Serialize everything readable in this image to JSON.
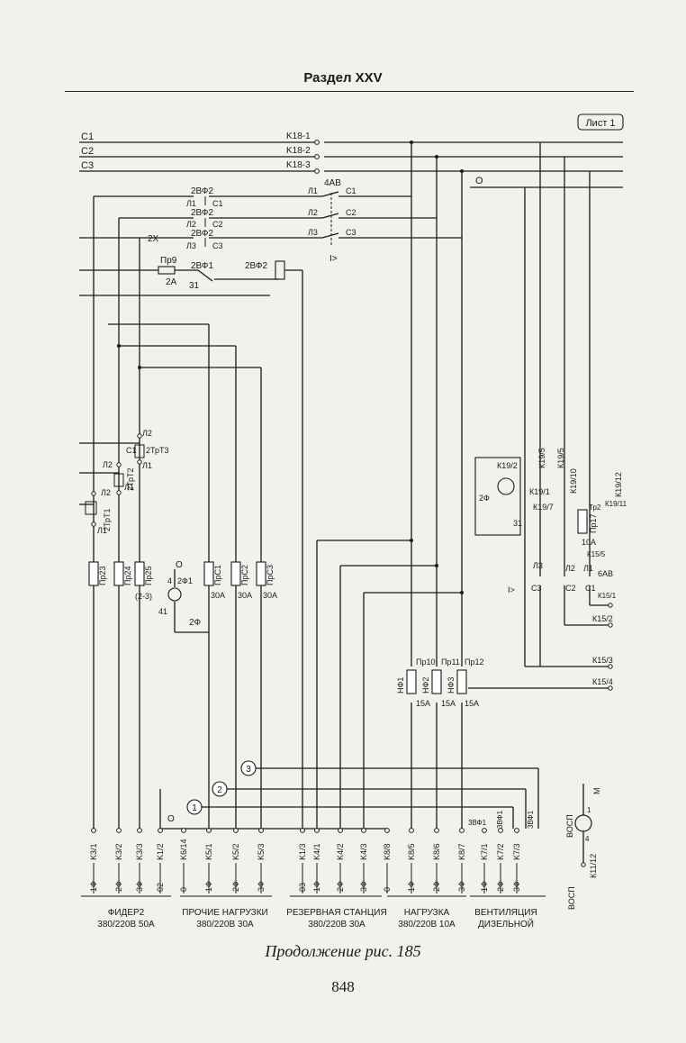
{
  "page": {
    "section_title": "Раздел XXV",
    "caption": "Продолжение рис. 185",
    "page_number": "848",
    "sheet_label": "Лист 1"
  },
  "buses": [
    {
      "name": "C1",
      "contact": "K18-1"
    },
    {
      "name": "C2",
      "contact": "K18-2"
    },
    {
      "name": "C3",
      "contact": "K18-3"
    }
  ],
  "labels": {
    "breaker_4ab": "4АВ",
    "l1": "Л1",
    "l2": "Л2",
    "l3": "Л3",
    "c1": "С1",
    "c2": "С2",
    "c3": "С3",
    "vf2": "2ВФ2",
    "x2": "2Х",
    "pr9": "Пр9",
    "a2": "2А",
    "vf1": "2ВФ1",
    "n31": "31",
    "n41": "41",
    "n4": "4",
    "overcurrent": "I>",
    "zero": "О",
    "trt1": "2ТрТ1",
    "trt2": "2ТрТ2",
    "trt3": "2ТрТ3",
    "f2phase": "2Ф1",
    "phase_lamp": "(2-3)",
    "f2": "2Ф",
    "pr23": "Пр23",
    "pr24": "Пр24",
    "pr25": "Пр25",
    "prs1": "ПрС1",
    "prs2": "ПрС2",
    "prs3": "ПрС3",
    "a30": "30А",
    "pr10": "Пр10",
    "pr11": "Пр11",
    "pr12": "Пр12",
    "nf1": "НФ1",
    "nf2": "НФ2",
    "nf3": "НФ3",
    "a15": "15А",
    "vf3_1": "3ВФ1",
    "k19_2": "К19/2",
    "k19_5": "К19/5",
    "k19_10": "К19/10",
    "k19_12": "К19/12",
    "k19_1": "К19/1",
    "k19_7": "К19/7",
    "k19_11": "К19/11",
    "tr2": "Тр2",
    "pr17": "Пр17",
    "a10": "10А",
    "k15_5": "К15/5",
    "k15_1": "К15/1",
    "k15_2": "К15/2",
    "k15_3": "К15/3",
    "k15_4": "К15/4",
    "ab6": "6АВ",
    "vosp": "ВОСП",
    "m": "М",
    "one": "1",
    "k11_12": "К11/12",
    "circle1": "1",
    "circle2": "2",
    "circle3": "3",
    "f2_lamp": "2Ф"
  },
  "terminals": [
    {
      "id": "K3/1",
      "phase": "1Ф"
    },
    {
      "id": "K3/2",
      "phase": "2Ф"
    },
    {
      "id": "K3/3",
      "phase": "3Ф"
    },
    {
      "id": "K1/2",
      "phase": "02"
    },
    {
      "id": "K6/14",
      "phase": "0"
    },
    {
      "id": "K5/1",
      "phase": "1Ф"
    },
    {
      "id": "K5/2",
      "phase": "2Ф"
    },
    {
      "id": "K5/3",
      "phase": "3Ф"
    },
    {
      "id": "K1/3",
      "phase": "03"
    },
    {
      "id": "K4/1",
      "phase": "1Ф"
    },
    {
      "id": "K4/2",
      "phase": "2Ф"
    },
    {
      "id": "K4/3",
      "phase": "3Ф"
    },
    {
      "id": "K8/8",
      "phase": "0"
    },
    {
      "id": "K8/5",
      "phase": "1Ф"
    },
    {
      "id": "K8/6",
      "phase": "2Ф"
    },
    {
      "id": "K8/7",
      "phase": "3Ф"
    },
    {
      "id": "K7/1",
      "phase": "1Ф"
    },
    {
      "id": "K7/2",
      "phase": "2Ф"
    },
    {
      "id": "K7/3",
      "phase": "3Ф"
    }
  ],
  "groups": [
    {
      "line1": "ФИДЕР2",
      "line2": "380/220В 50А"
    },
    {
      "line1": "ПРОЧИЕ НАГРУЗКИ",
      "line2": "380/220В 30А"
    },
    {
      "line1": "РЕЗЕРВНАЯ СТАНЦИЯ",
      "line2": "380/220В 30А"
    },
    {
      "line1": "НАГРУЗКА",
      "line2": "380/220В 10А"
    },
    {
      "line1": "ВЕНТИЛЯЦИЯ",
      "line2": "ДИЗЕЛЬНОЙ"
    }
  ]
}
